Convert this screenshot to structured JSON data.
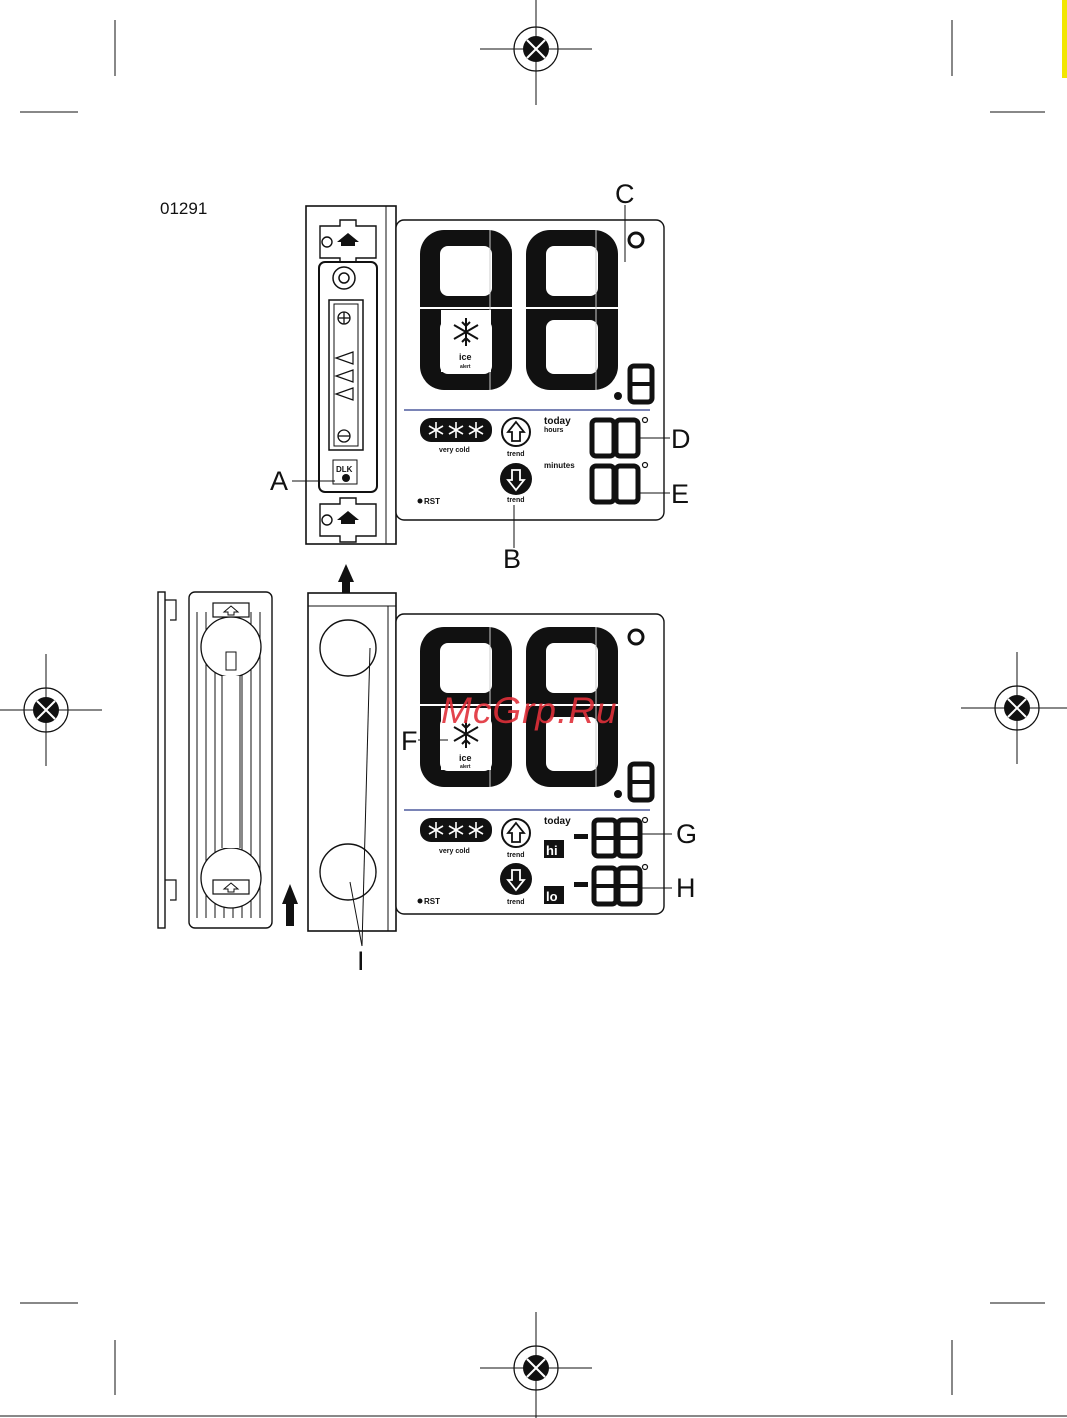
{
  "figure": {
    "code": "01291",
    "watermark": "McGrp.Ru",
    "callouts": {
      "a": "A",
      "b": "B",
      "c": "C",
      "d": "D",
      "e": "E",
      "f": "F",
      "g": "G",
      "h": "H",
      "i": "I"
    },
    "top_display": {
      "ice_label": "ice",
      "ice_sub": "alert",
      "very_cold": "very cold",
      "trend_up": "trend",
      "trend_down": "trend",
      "today": "today",
      "hours": "hours",
      "minutes": "minutes",
      "brand": "RST",
      "battery_mark": "DLK"
    },
    "bottom_display": {
      "ice_label": "ice",
      "ice_sub": "alert",
      "very_cold": "very cold",
      "trend_up": "trend",
      "trend_down": "trend",
      "today": "today",
      "hi": "hi",
      "lo": "lo",
      "brand": "RST"
    }
  }
}
